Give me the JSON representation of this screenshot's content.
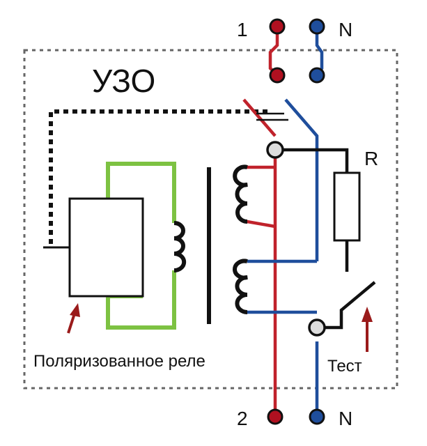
{
  "labels": {
    "device_title": "УЗО",
    "input_phase": "1",
    "input_neutral": "N",
    "output_phase": "2",
    "output_neutral": "N",
    "resistor": "R",
    "relay": "Поляризованное реле",
    "test": "Тест"
  },
  "colors": {
    "phase_wire": "#c0222b",
    "neutral_wire": "#1f4e9c",
    "relay_coil": "#7dc242",
    "conductor": "#111111",
    "terminal": "#b01020"
  }
}
